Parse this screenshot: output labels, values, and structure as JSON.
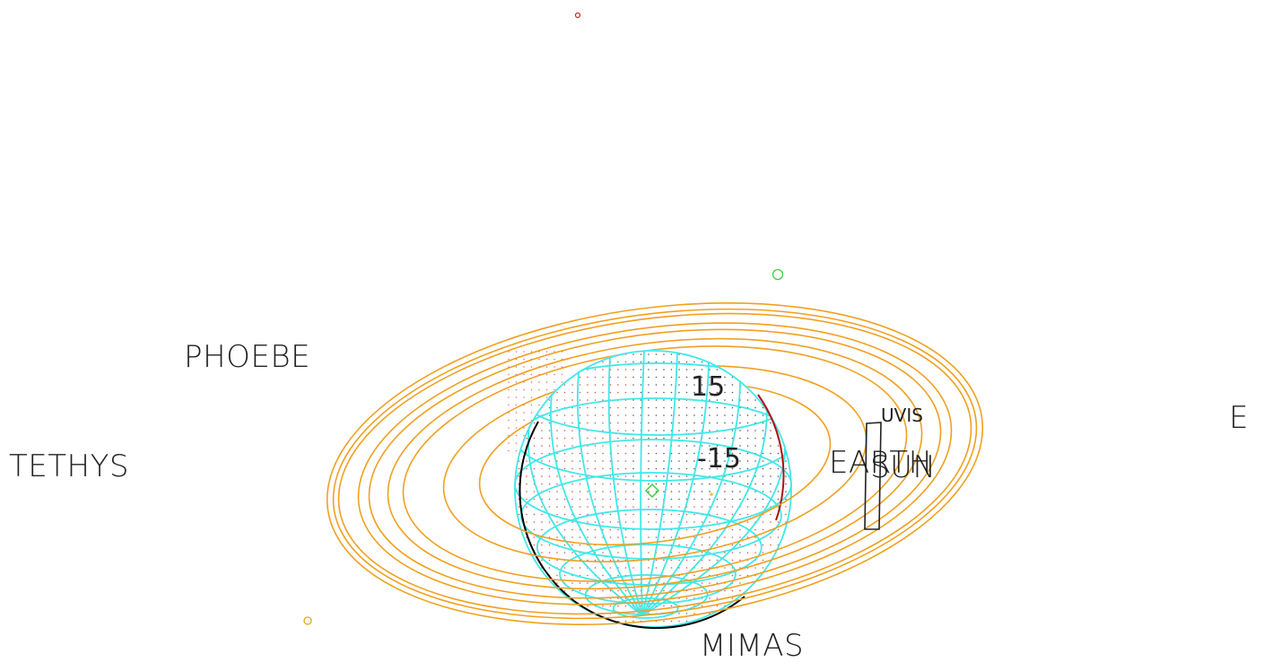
{
  "labels": {
    "phoebe": "PHOEBE",
    "tethys": "TETHYS",
    "mimas": "MIMAS",
    "earth": "EARTH",
    "sun": "SUN",
    "uvis": "UVIS",
    "edge": "E",
    "lat_north": "15",
    "lat_south": "-15"
  },
  "colors": {
    "rings": "#f0a020",
    "grid": "#40e8e8",
    "limb": "#000000",
    "dots": "#e03030",
    "green_marker": "#40d040",
    "orange_marker": "#f0a020",
    "red_marker": "#e02020"
  }
}
